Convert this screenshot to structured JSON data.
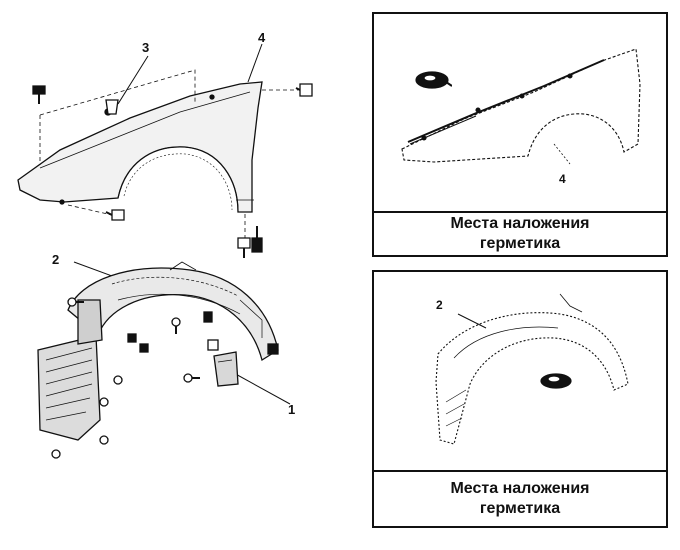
{
  "callouts": {
    "n1": "1",
    "n2": "2",
    "n3": "3",
    "n4": "4"
  },
  "panels": {
    "top": {
      "label_4": "4",
      "caption_line1": "Места наложения",
      "caption_line2": "герметика"
    },
    "bottom": {
      "label_2": "2",
      "caption_line1": "Места наложения",
      "caption_line2": "герметика"
    }
  },
  "colors": {
    "ink": "#111111",
    "paper": "#ffffff"
  },
  "icons": [
    "bolt-icon",
    "clip-icon",
    "sealant-tube-icon"
  ]
}
